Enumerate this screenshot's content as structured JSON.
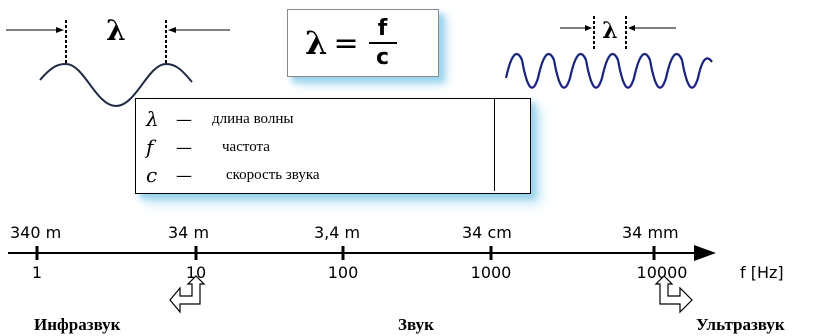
{
  "waves": {
    "left_lambda": "λ",
    "right_lambda": "λ"
  },
  "formula": {
    "lhs": "λ",
    "equals": "=",
    "numerator": "f",
    "denominator": "c"
  },
  "legend": {
    "rows": [
      {
        "symbol": "λ",
        "dash": "—",
        "text": "длина волны"
      },
      {
        "symbol": "f",
        "dash": "—",
        "text": "частота"
      },
      {
        "symbol": "c",
        "dash": "—",
        "text": "скорость звука"
      }
    ]
  },
  "scale": {
    "wavelength_labels": [
      "340 m",
      "34 m",
      "3,4 m",
      "34 cm",
      "34 mm"
    ],
    "frequency_labels": [
      "1",
      "10",
      "100",
      "1000",
      "10000"
    ],
    "axis_unit": "f [Hz]"
  },
  "regions": {
    "infra": "Инфразвук",
    "sound": "Звук",
    "ultra": "Ультразвук"
  },
  "colors": {
    "shadow": "#9ad3ee",
    "wave_left": "#1f2a44",
    "wave_right": "#1a237e"
  }
}
